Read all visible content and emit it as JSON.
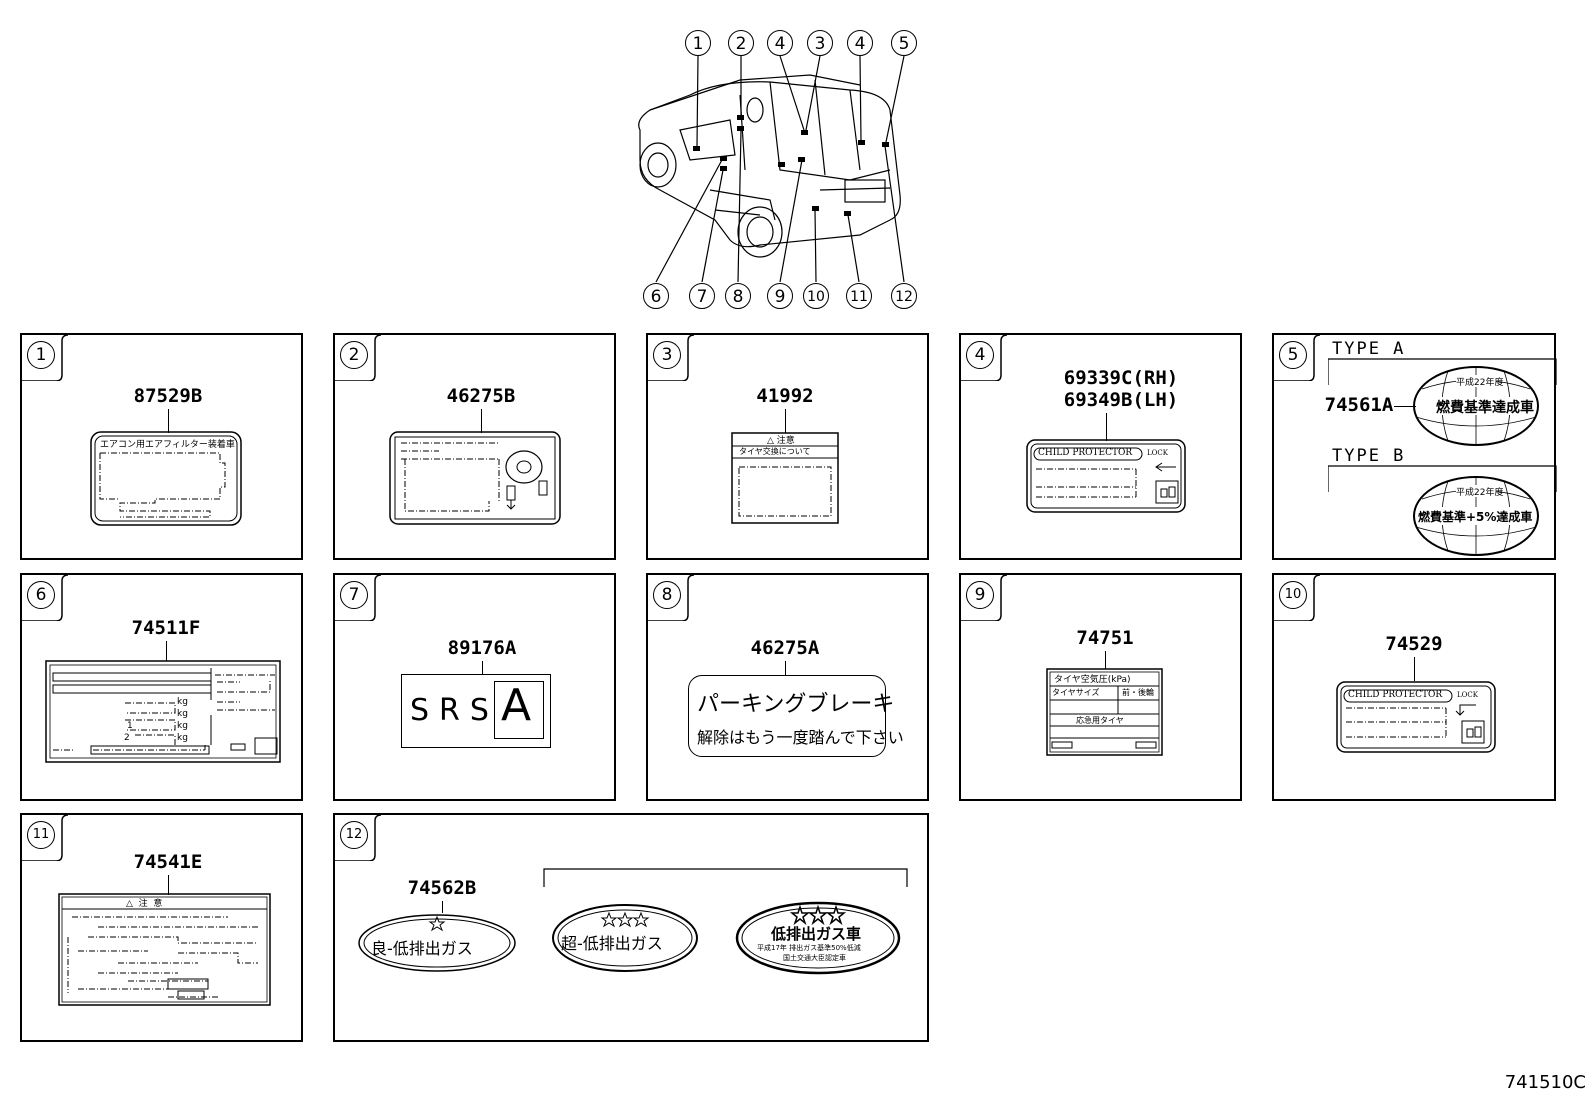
{
  "callouts": [
    "1",
    "2",
    "4",
    "3",
    "4",
    "5",
    "6",
    "7",
    "8",
    "9",
    "10",
    "11",
    "12"
  ],
  "panels": [
    {
      "num": "1",
      "part": "87529B",
      "label_text": "エアコン用エアフィルター装着車"
    },
    {
      "num": "2",
      "part": "46275B"
    },
    {
      "num": "3",
      "part": "41992",
      "label_title": "△ 注意",
      "label_sub": "タイヤ交換について"
    },
    {
      "num": "4",
      "part_rh": "69339C(RH)",
      "part_lh": "69349B(LH)",
      "label_title": "CHILD PROTECTOR",
      "label_lock": "LOCK"
    },
    {
      "num": "5",
      "type_a": "TYPE A",
      "type_b": "TYPE B",
      "part": "74561A",
      "badge_top": "平成22年度",
      "badge_a": "燃費基準達成車",
      "badge_b": "燃費基準+5%達成車"
    },
    {
      "num": "6",
      "part": "74511F",
      "kg": [
        "kg",
        "kg",
        "kg",
        "kg"
      ],
      "row_nums": [
        "1",
        "2"
      ]
    },
    {
      "num": "7",
      "part": "89176A",
      "srs": "SRS",
      "srs_a": "A"
    },
    {
      "num": "8",
      "part": "46275A",
      "line1": "パーキングブレーキ",
      "line2": "解除はもう一度踏んで下さい"
    },
    {
      "num": "9",
      "part": "74751",
      "title": "タイヤ空気圧(kPa)",
      "col1": "タイヤサイズ",
      "col2": "前・後輪",
      "row": "応急用タイヤ"
    },
    {
      "num": "10",
      "part": "74529",
      "label_title": "CHILD PROTECTOR",
      "label_lock": "LOCK"
    },
    {
      "num": "11",
      "part": "74541E",
      "title": "△  注  意"
    },
    {
      "num": "12",
      "part": "74562B",
      "oval1": "良-低排出ガス",
      "oval2": "超-低排出ガス",
      "oval3_title": "低排出ガス車",
      "oval3_l1": "平成17年 排出ガス基準50%低減",
      "oval3_l2": "国土交通大臣認定車"
    }
  ],
  "illustration_code": "741510C"
}
